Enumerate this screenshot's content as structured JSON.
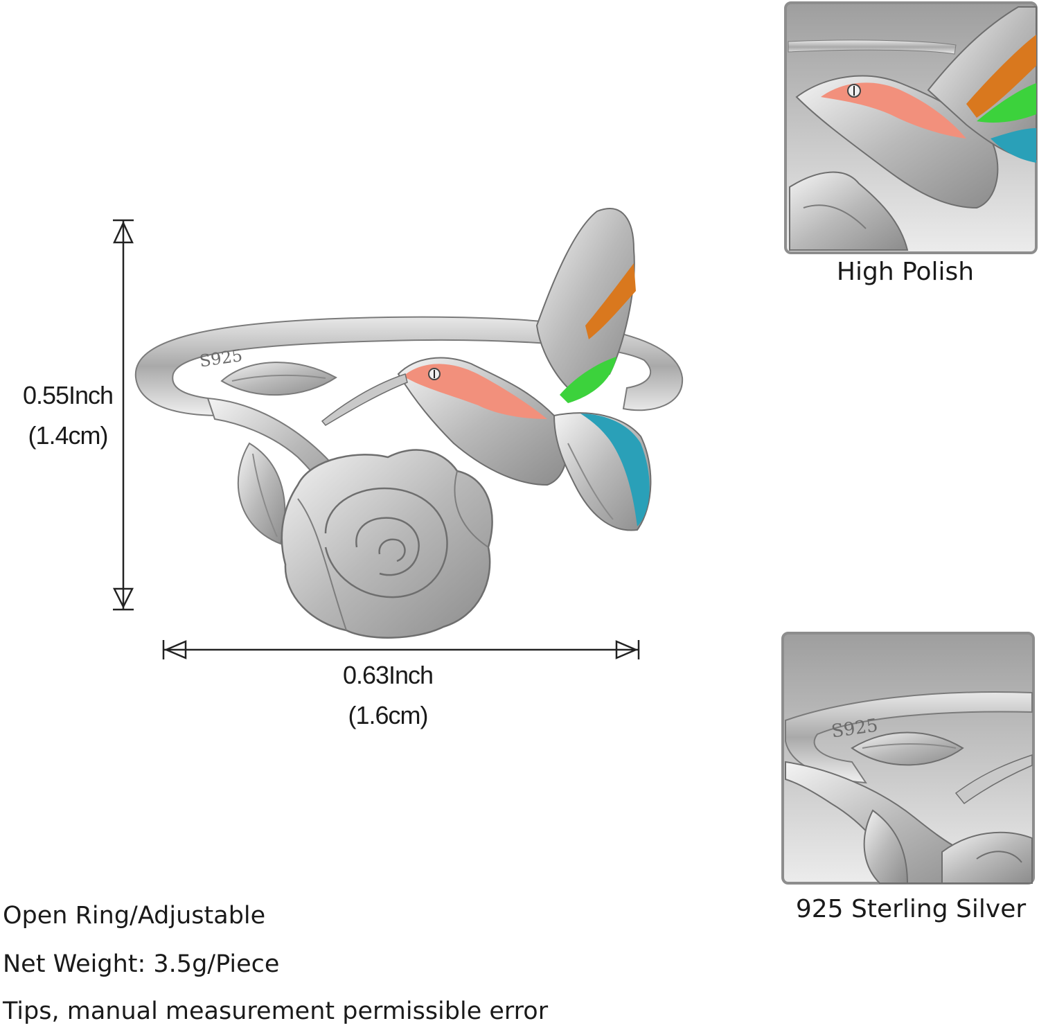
{
  "dimensions": {
    "height_in": "0.55Inch",
    "height_cm": "(1.4cm)",
    "width_in": "0.63Inch",
    "width_cm": "(1.6cm)"
  },
  "ring": {
    "stamp": "S925",
    "colors": {
      "silver": "#c9c9c9",
      "enamel_pink": "#f2907c",
      "enamel_orange": "#d9781e",
      "enamel_green": "#3cd23c",
      "enamel_teal": "#2aa0b8"
    }
  },
  "details": [
    {
      "caption": "High Polish"
    },
    {
      "caption": "925 Sterling Silver",
      "stamp": "S925"
    }
  ],
  "specs": [
    "Open Ring/Adjustable",
    "Net Weight: 3.5g/Piece",
    "Tips, manual measurement permissible error"
  ]
}
